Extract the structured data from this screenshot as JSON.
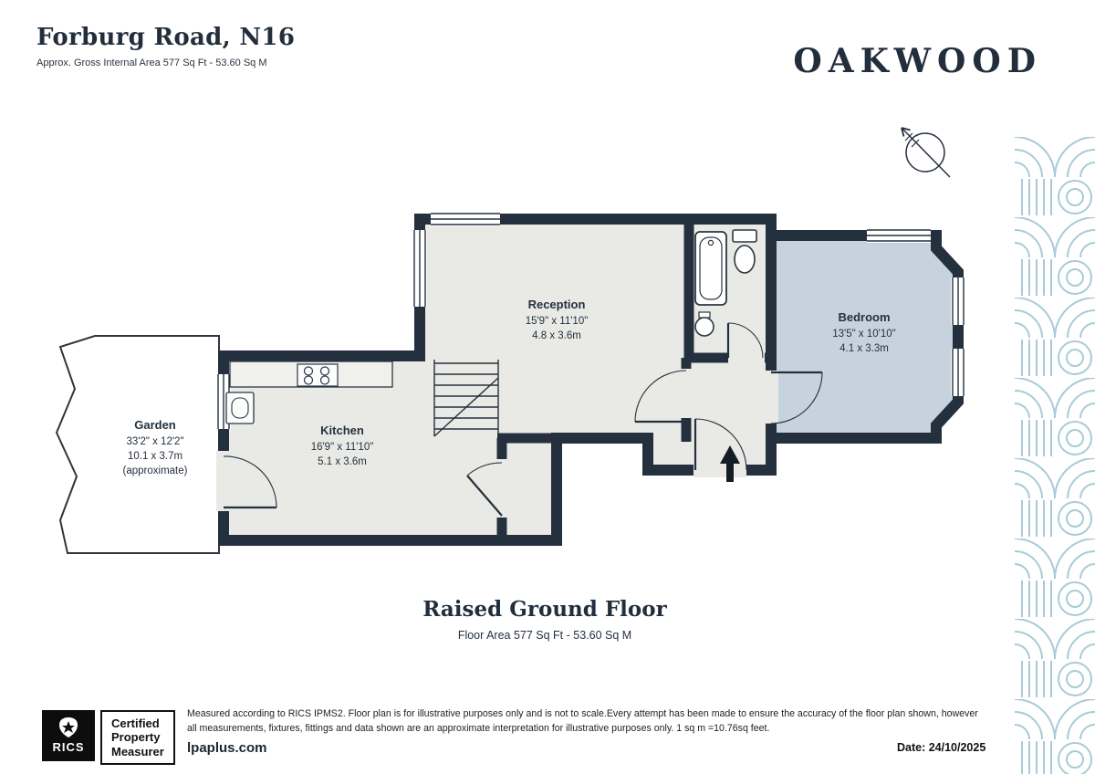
{
  "header": {
    "title": "Forburg Road, N16",
    "subtitle": "Approx. Gross Internal Area 577 Sq Ft - 53.60 Sq M",
    "brand": "OAKWOOD"
  },
  "plan": {
    "rooms": [
      {
        "name": "Garden",
        "imperial": "33'2\" x 12'2\"",
        "metric": "10.1 x 3.7m",
        "note": "(approximate)"
      },
      {
        "name": "Kitchen",
        "imperial": "16'9\" x 11'10\"",
        "metric": "5.1 x 3.6m"
      },
      {
        "name": "Reception",
        "imperial": "15'9\" x 11'10\"",
        "metric": "4.8 x 3.6m"
      },
      {
        "name": "Bedroom",
        "imperial": "13'5\" x 10'10\"",
        "metric": "4.1 x 3.3m"
      }
    ]
  },
  "floor": {
    "title": "Raised Ground Floor",
    "subtitle": "Floor Area 577 Sq Ft - 53.60 Sq M"
  },
  "footer": {
    "badge": {
      "org": "RICS",
      "line1": "Certified",
      "line2": "Property",
      "line3": "Measurer"
    },
    "disclaimer": "Measured according to RICS IPMS2. Floor plan is for illustrative purposes only and is not to scale.Every attempt has been made to ensure the accuracy of the floor plan shown, however all measurements, fixtures, fittings and data shown are an approximate interpretation for illustrative purposes only. 1 sq m =10.76sq feet.",
    "website": "lpaplus.com",
    "date": "Date: 24/10/2025"
  },
  "colors": {
    "wall": "#25303e",
    "room": "#e9eae5",
    "bedroom": "#c6d3de",
    "deco": "#a8cbd7"
  }
}
